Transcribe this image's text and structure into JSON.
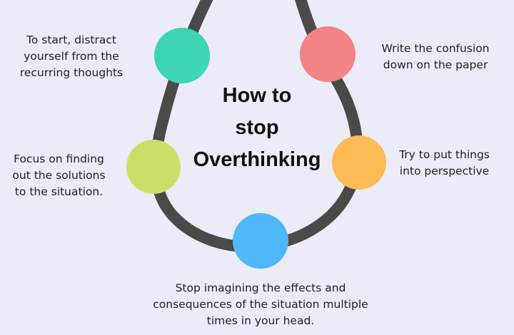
{
  "title": "How to\nstop\nOverthinking",
  "steps": [
    {
      "label": "To start, distract\nyourself from the\nrecurring thoughts",
      "color": "#3dd6b0"
    },
    {
      "label": "Write the confusion\ndown on the paper",
      "color": "#f58383"
    },
    {
      "label": "Try to put things\ninto perspective",
      "color": "#fdbb55"
    },
    {
      "label": "Stop imagining the effects and\nconsequences of the situation multiple\ntimes in your head.",
      "color": "#4fb8f8"
    },
    {
      "label": "Focus on finding\nout the solutions\nto the situation.",
      "color": "#c9e068"
    }
  ],
  "colors": {
    "background": "#ecebf8",
    "path": "#4a4a4a"
  }
}
